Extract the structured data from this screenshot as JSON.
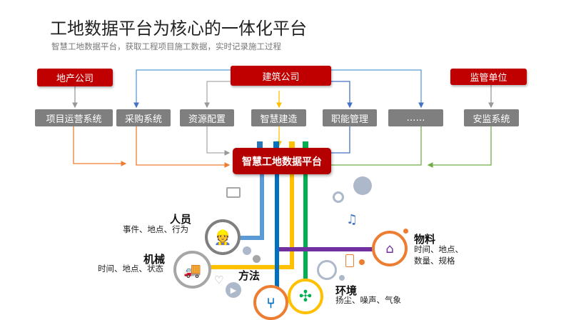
{
  "title": "工地数据平台为核心的一体化平台",
  "subtitle": "智慧工地数据平台，获取工程项目施工数据，实时记录施工过程",
  "top_boxes": {
    "developer": "地产公司",
    "construction": "建筑公司",
    "regulator": "监管单位"
  },
  "systems": [
    "项目运营系统",
    "采购系统",
    "资源配置",
    "智慧建造",
    "职能管理",
    "……",
    "安监系统"
  ],
  "platform": "智慧工地数据平台",
  "nodes": {
    "people": {
      "label": "人员",
      "detail": "事件、地点、行为"
    },
    "machine": {
      "label": "机械",
      "detail": "时间、地点、状态"
    },
    "method": {
      "label": "方法"
    },
    "environment": {
      "label": "环境",
      "detail": "扬尘、噪声、气象"
    },
    "material": {
      "label": "物料",
      "detail1": "时间、地点、",
      "detail2": "数量、规格"
    }
  },
  "colors": {
    "red": "#c00000",
    "gray": "#7f7f7f",
    "light_blue": "#5b9bd5",
    "blue": "#0070c0",
    "yellow": "#ffc000",
    "green": "#00b050",
    "purple": "#7030a0",
    "orange": "#ed7d31"
  }
}
